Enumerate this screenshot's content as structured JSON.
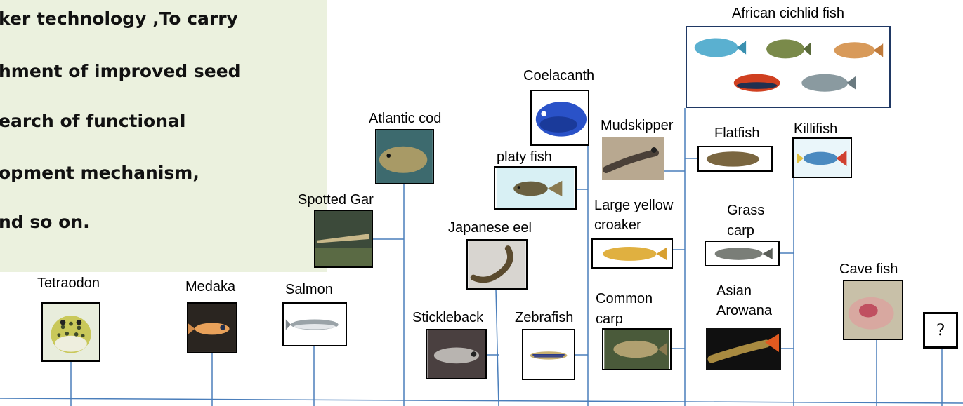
{
  "text_panel": {
    "lines": [
      "ker technology ,To carry",
      "hment of improved seed",
      "earch of functional",
      "opment mechanism,",
      "nd so on."
    ]
  },
  "fish_labels": {
    "tetraodon": "Tetraodon",
    "medaka": "Medaka",
    "salmon": "Salmon",
    "spotted_gar": "Spotted Gar",
    "atlantic_cod": "Atlantic cod",
    "stickleback": "Stickleback",
    "japanese_eel": "Japanese eel",
    "zebrafish": "Zebrafish",
    "platy_fish": "platy fish",
    "coelacanth": "Coelacanth",
    "mudskipper": "Mudskipper",
    "large_yellow_croaker_1": "Large yellow",
    "large_yellow_croaker_2": "croaker",
    "common_carp_1": "Common",
    "common_carp_2": "carp",
    "african_cichlid": "African cichlid fish",
    "flatfish": "Flatfish",
    "grass_carp_1": "Grass",
    "grass_carp_2": "carp",
    "asian_arowana_1": "Asian",
    "asian_arowana_2": "Arowana",
    "killifish": "Killifish",
    "cave_fish": "Cave fish"
  },
  "unknown_box": "?",
  "colors": {
    "timeline": "#4a7ebb",
    "panel": "#ebf1de"
  }
}
